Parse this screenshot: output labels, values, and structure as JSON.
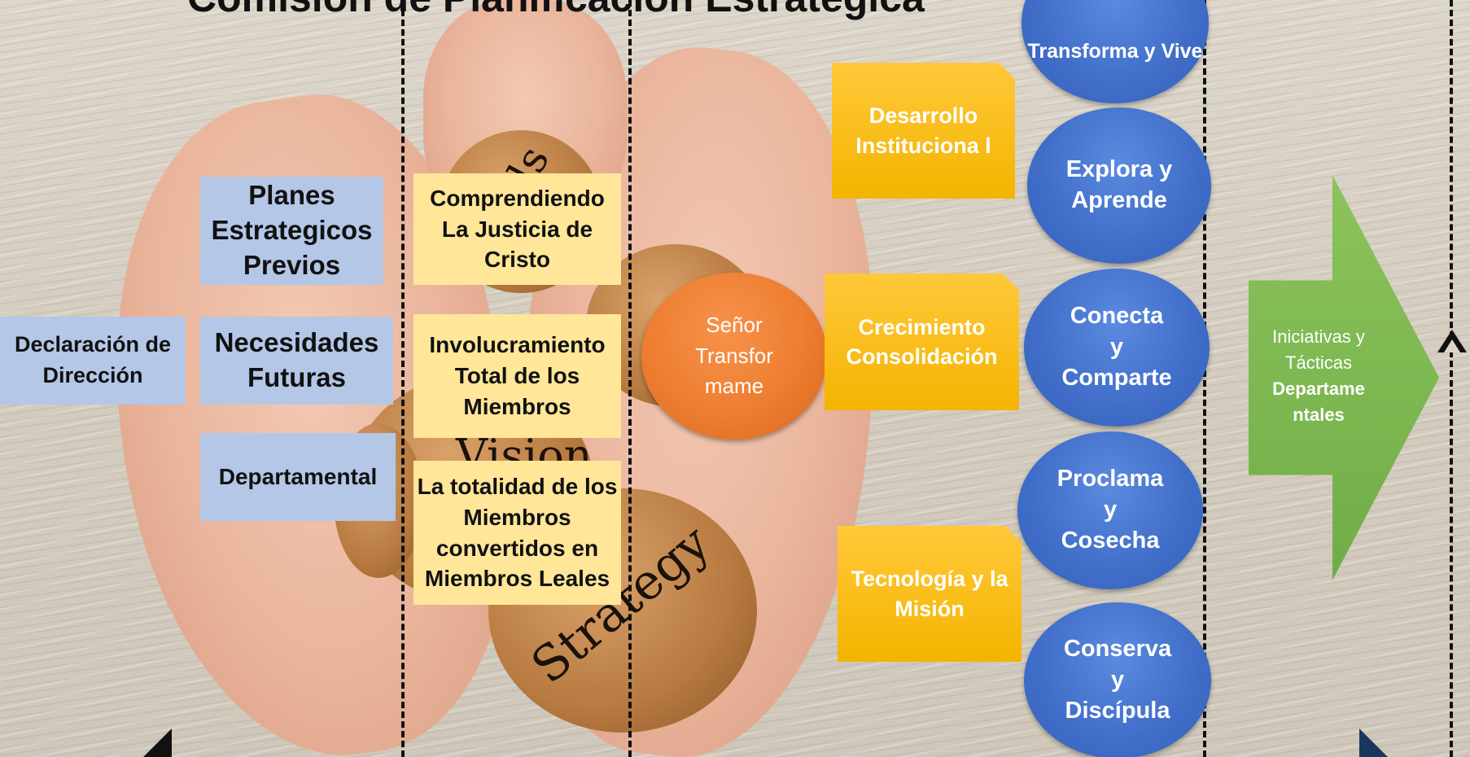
{
  "title": "Comisión de Planificación Estratégica",
  "declaracion": "Declaración de Dirección",
  "blue_boxes": [
    "Planes Estrategicos Previos",
    "Necesidades Futuras",
    "Departamental"
  ],
  "yellow_boxes": [
    "Comprendiendo La Justicia de Cristo",
    "Involucramiento Total de los Miembros",
    "La totalidad de los Miembros convertidos en Miembros Leales"
  ],
  "center_circle": "Señor Transfor mame",
  "gold_boxes": [
    "Desarrollo Instituciona l",
    "Crecimiento Consolidación",
    "Tecnología y la Misión"
  ],
  "ovals": [
    "Transforma y Vive",
    "Explora y Aprende",
    "Conecta y Comparte",
    "Proclama y Cosecha",
    "Conserva y Discípula"
  ],
  "arrow": {
    "line1": "Iniciativas y",
    "line2": "Tácticas",
    "line3": "Departame",
    "line4": "ntales"
  },
  "stone_words": [
    "Goals",
    "Vision",
    "Strategy"
  ],
  "colors": {
    "blue_box": "#b4c7e7",
    "yellow_box": "#ffe699",
    "gold_box": "#f4b400",
    "oval": "#4472c4",
    "center": "#ed7d31",
    "arrow": "#70ad47"
  }
}
